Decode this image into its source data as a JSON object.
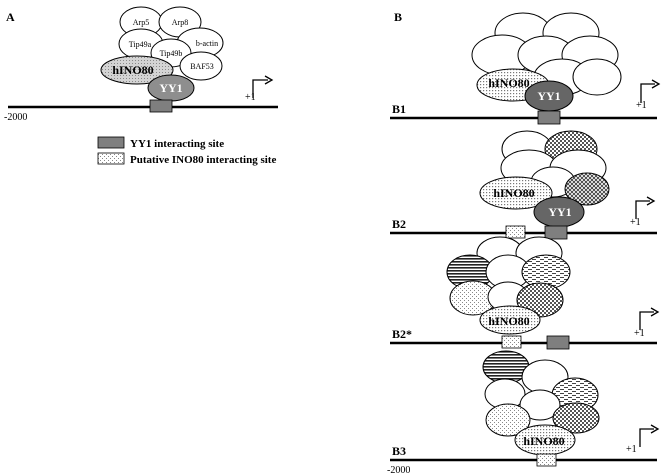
{
  "panels": {
    "a": "A",
    "b": "B"
  },
  "row_labels": [
    "B1",
    "B2",
    "B2*",
    "B3"
  ],
  "positions": {
    "upstream": "-2000",
    "tss": "+1"
  },
  "subunits": {
    "arp5": "Arp5",
    "arp8": "Arp8",
    "tip49a": "Tip49a",
    "tip49b": "Tip49b",
    "bactin": "b-actin",
    "baf53": "BAF53",
    "ino80": "hINO80",
    "yy1": "YY1"
  },
  "legend": {
    "yy1_site": "YY1 interacting site",
    "ino80_site": "Putative INO80 interacting site"
  },
  "colors": {
    "yy1_dark": "#666666",
    "yy1_light": "#909090",
    "site_box": "#808080",
    "ino80_fill": "#d9d9d9"
  }
}
